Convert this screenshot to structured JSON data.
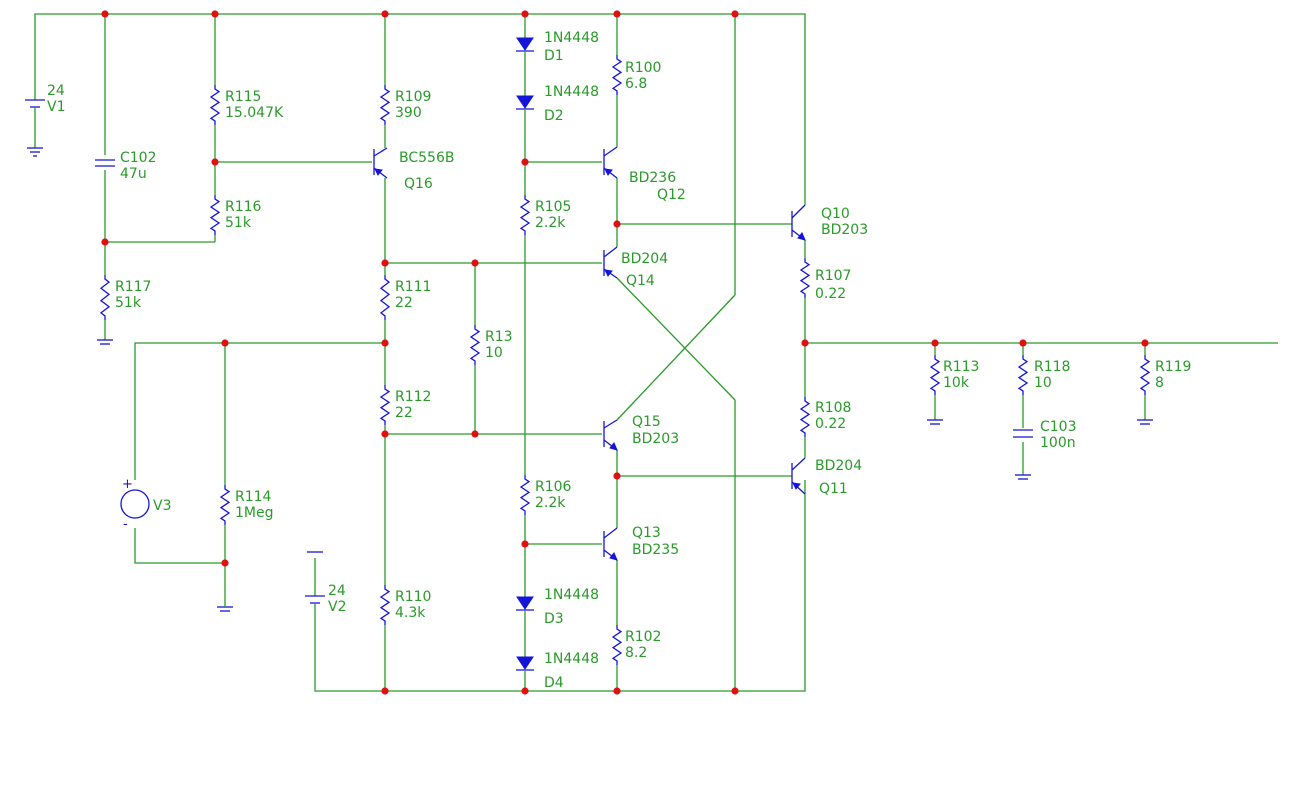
{
  "components": {
    "V1": {
      "ref": "V1",
      "value": "24"
    },
    "V2": {
      "ref": "V2",
      "value": "24"
    },
    "V3": {
      "ref": "V3"
    },
    "C102": {
      "ref": "C102",
      "value": "47u"
    },
    "C103": {
      "ref": "C103",
      "value": "100n"
    },
    "R115": {
      "ref": "R115",
      "value": "15.047K"
    },
    "R116": {
      "ref": "R116",
      "value": "51k"
    },
    "R117": {
      "ref": "R117",
      "value": "51k"
    },
    "R109": {
      "ref": "R109",
      "value": "390"
    },
    "R111": {
      "ref": "R111",
      "value": "22"
    },
    "R112": {
      "ref": "R112",
      "value": "22"
    },
    "R110": {
      "ref": "R110",
      "value": "4.3k"
    },
    "R114": {
      "ref": "R114",
      "value": "1Meg"
    },
    "R13": {
      "ref": "R13",
      "value": "10"
    },
    "R105": {
      "ref": "R105",
      "value": "2.2k"
    },
    "R106": {
      "ref": "R106",
      "value": "2.2k"
    },
    "R100": {
      "ref": "R100",
      "value": "6.8"
    },
    "R102": {
      "ref": "R102",
      "value": "8.2"
    },
    "R107": {
      "ref": "R107",
      "value": "0.22"
    },
    "R108": {
      "ref": "R108",
      "value": "0.22"
    },
    "R113": {
      "ref": "R113",
      "value": "10k"
    },
    "R118": {
      "ref": "R118",
      "value": "10"
    },
    "R119": {
      "ref": "R119",
      "value": "8"
    },
    "D1": {
      "ref": "D1",
      "value": "1N4448"
    },
    "D2": {
      "ref": "D2",
      "value": "1N4448"
    },
    "D3": {
      "ref": "D3",
      "value": "1N4448"
    },
    "D4": {
      "ref": "D4",
      "value": "1N4448"
    },
    "Q16": {
      "ref": "Q16",
      "value": "BC556B"
    },
    "Q12": {
      "ref": "Q12",
      "value": "BD236"
    },
    "Q14": {
      "ref": "Q14",
      "value": "BD204"
    },
    "Q15": {
      "ref": "Q15",
      "value": "BD203"
    },
    "Q13": {
      "ref": "Q13",
      "value": "BD235"
    },
    "Q10": {
      "ref": "Q10",
      "value": "BD203"
    },
    "Q11": {
      "ref": "Q11",
      "value": "BD204"
    }
  },
  "colors": {
    "wire": "#2a9a2a",
    "component": "#1515d8",
    "node": "#e01010",
    "label": "#2a9a2a"
  },
  "junction_symbol": "red-dot",
  "source_symbols": [
    "battery-icon",
    "voltage-source-icon",
    "ground-icon"
  ]
}
